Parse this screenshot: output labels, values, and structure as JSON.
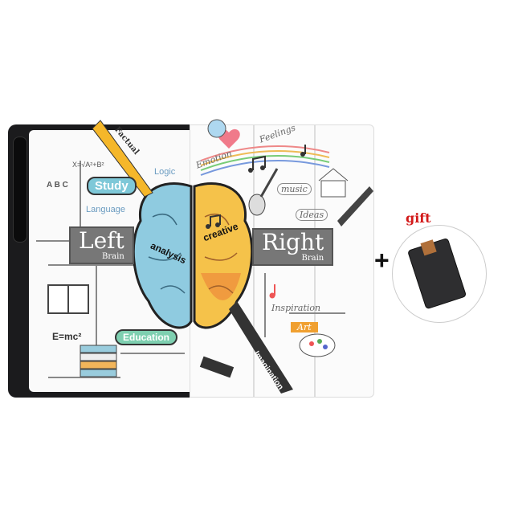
{
  "product": {
    "left_side": {
      "banner_title": "Left",
      "banner_sub": "Brain",
      "brain_label": "analysis",
      "labels": {
        "pencil": "Factual",
        "study": "Study",
        "logic": "Logic",
        "language": "Language",
        "education": "Education",
        "formula": "E=mc²",
        "abc": "A B C",
        "equation": "X=√A²+B²"
      }
    },
    "right_side": {
      "banner_title": "Right",
      "banner_sub": "Brain",
      "brain_label": "creative",
      "labels": {
        "feelings": "Feelings",
        "emotion": "Emotion",
        "music": "music",
        "ideas": "Ideas",
        "inspiration": "Inspiration",
        "art": "Art",
        "imagination": "Imagination"
      }
    },
    "colors": {
      "case_black": "#1b1b1d",
      "left_brain": "#8fcbe0",
      "right_brain": "#f5c24a",
      "banner": "#777777"
    }
  },
  "plus_sign": "+",
  "gift": {
    "label": "gift",
    "label_color": "#d21a1a"
  }
}
